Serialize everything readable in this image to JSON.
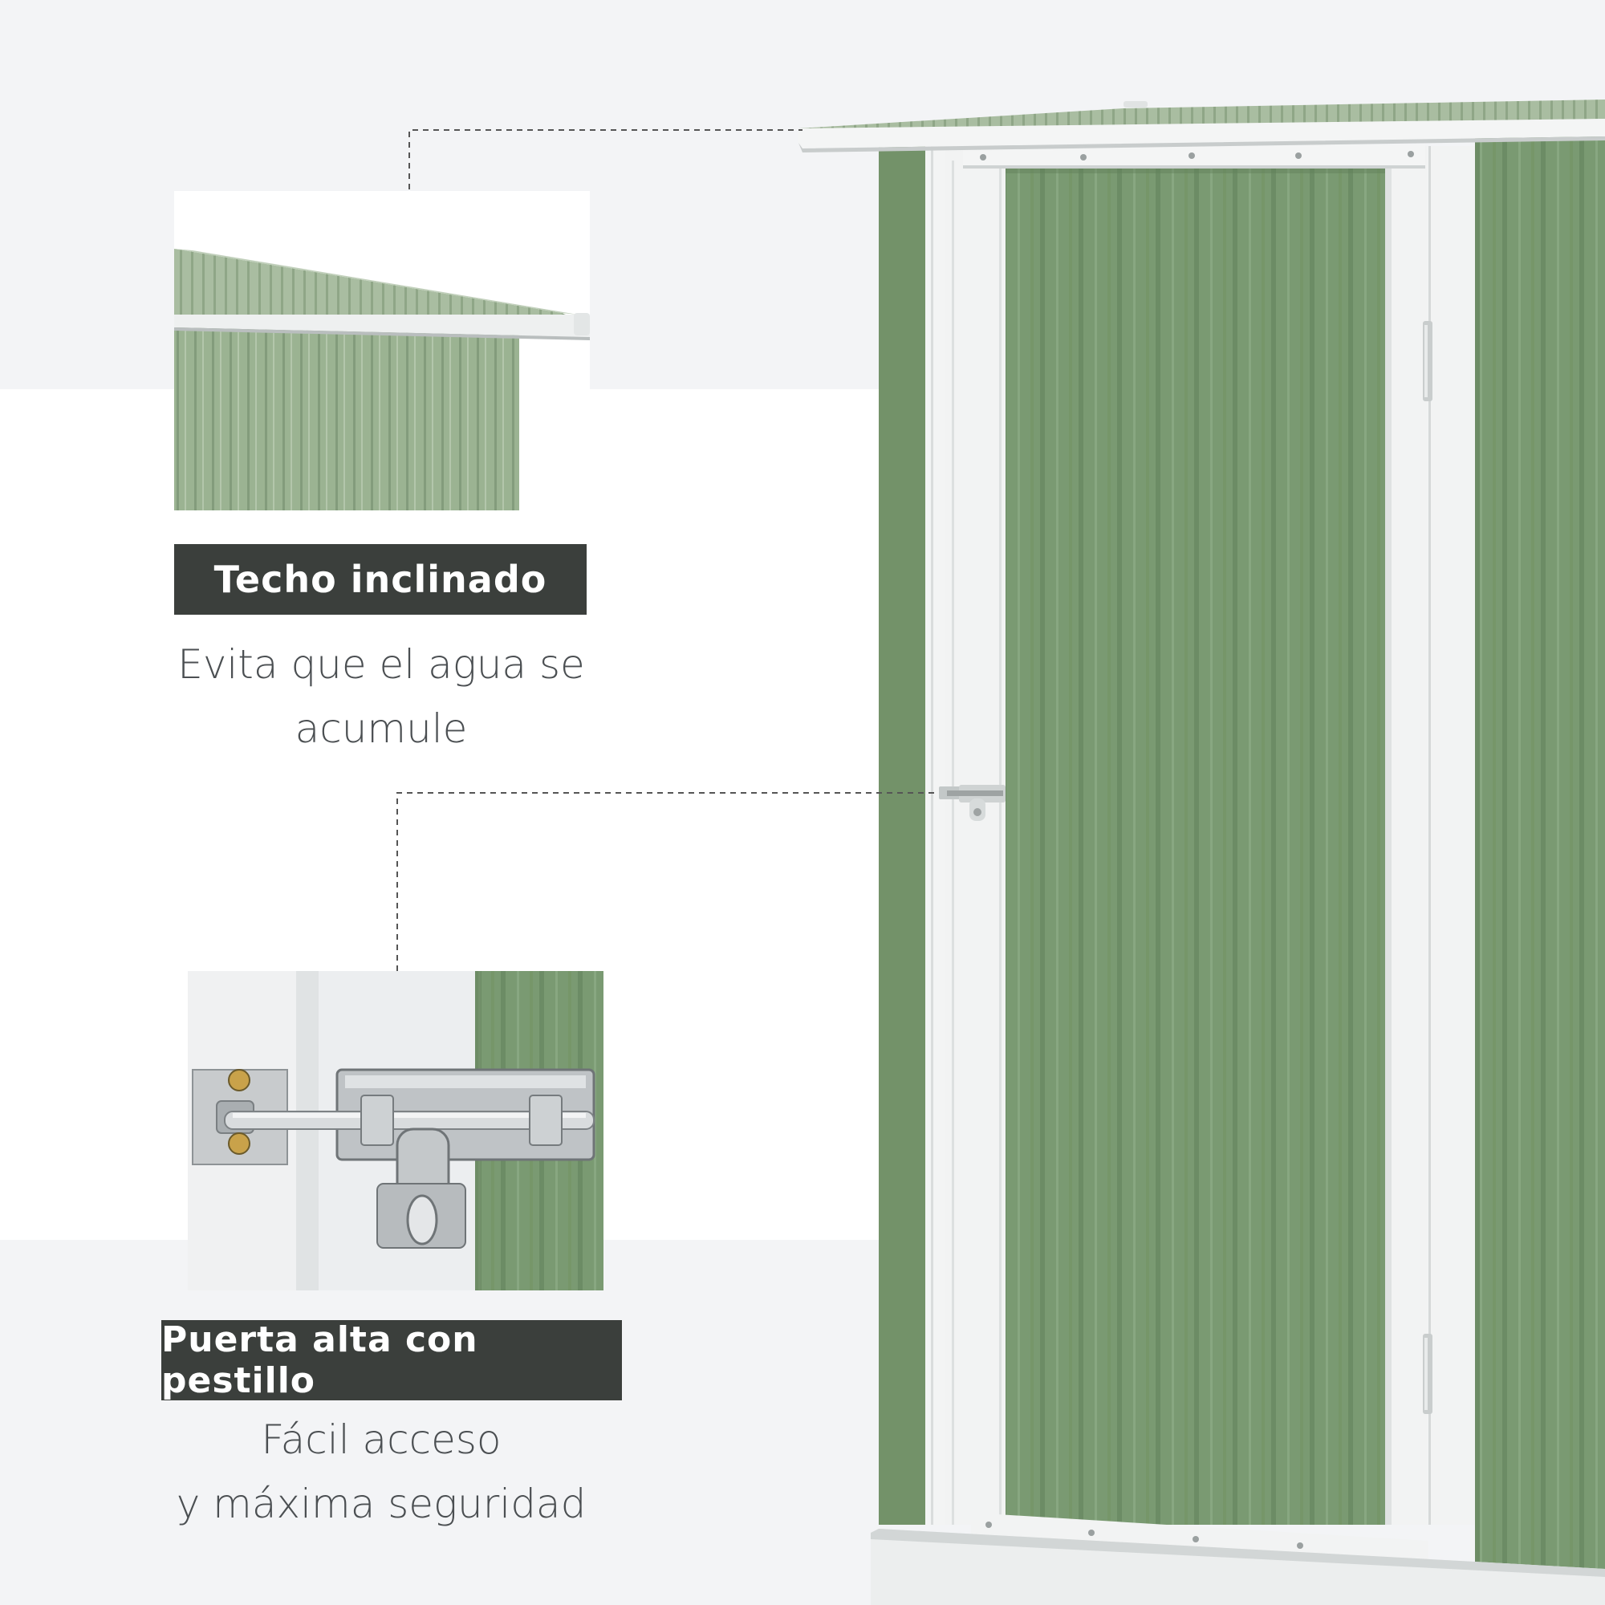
{
  "features": [
    {
      "title": "Techo inclinado",
      "description": [
        "Evita que el agua se acumule"
      ]
    },
    {
      "title": "Puerta alta con pestillo",
      "description": [
        "Fácil acceso",
        "y máxima seguridad"
      ]
    }
  ],
  "colors": {
    "panel_green": "#7a9a72",
    "frame_white": "#f2f3f3",
    "label_bg": "#3b3f3c",
    "text_gray": "#4b4f52"
  }
}
